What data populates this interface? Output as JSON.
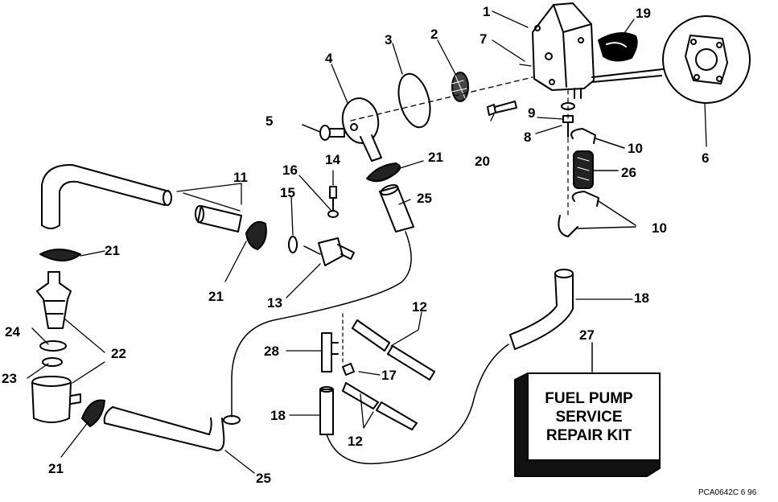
{
  "callouts": [
    {
      "id": "c1",
      "text": "1"
    },
    {
      "id": "c2",
      "text": "2"
    },
    {
      "id": "c3",
      "text": "3"
    },
    {
      "id": "c4",
      "text": "4"
    },
    {
      "id": "c5",
      "text": "5"
    },
    {
      "id": "c6",
      "text": "6"
    },
    {
      "id": "c7",
      "text": "7"
    },
    {
      "id": "c8",
      "text": "8"
    },
    {
      "id": "c9",
      "text": "9"
    },
    {
      "id": "c10a",
      "text": "10"
    },
    {
      "id": "c10b",
      "text": "10"
    },
    {
      "id": "c11",
      "text": "11"
    },
    {
      "id": "c12a",
      "text": "12"
    },
    {
      "id": "c12b",
      "text": "12"
    },
    {
      "id": "c13",
      "text": "13"
    },
    {
      "id": "c14",
      "text": "14"
    },
    {
      "id": "c15",
      "text": "15"
    },
    {
      "id": "c16",
      "text": "16"
    },
    {
      "id": "c17",
      "text": "17"
    },
    {
      "id": "c18a",
      "text": "18"
    },
    {
      "id": "c18b",
      "text": "18"
    },
    {
      "id": "c19",
      "text": "19"
    },
    {
      "id": "c20",
      "text": "20"
    },
    {
      "id": "c21a",
      "text": "21"
    },
    {
      "id": "c21b",
      "text": "21"
    },
    {
      "id": "c21c",
      "text": "21"
    },
    {
      "id": "c21d",
      "text": "21"
    },
    {
      "id": "c22",
      "text": "22"
    },
    {
      "id": "c23",
      "text": "23"
    },
    {
      "id": "c24",
      "text": "24"
    },
    {
      "id": "c25a",
      "text": "25"
    },
    {
      "id": "c25b",
      "text": "25"
    },
    {
      "id": "c26",
      "text": "26"
    },
    {
      "id": "c27",
      "text": "27"
    },
    {
      "id": "c28",
      "text": "28"
    }
  ],
  "repair_kit": {
    "line1": "FUEL PUMP",
    "line2": "SERVICE",
    "line3": "REPAIR KIT"
  },
  "drawing_code": "PCA0642C   6 96"
}
